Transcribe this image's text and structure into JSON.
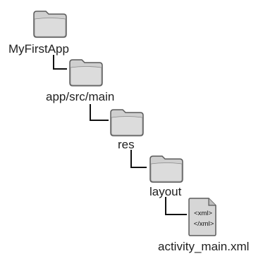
{
  "tree": {
    "nodes": [
      {
        "id": "myfirstapp",
        "label": "MyFirstApp",
        "icon": "folder-icon"
      },
      {
        "id": "app-src-main",
        "label": "app/src/main",
        "icon": "folder-icon"
      },
      {
        "id": "res",
        "label": "res",
        "icon": "folder-icon"
      },
      {
        "id": "layout",
        "label": "layout",
        "icon": "folder-icon"
      },
      {
        "id": "activity-main",
        "label": "activity_main.xml",
        "icon": "xml-file-icon"
      }
    ],
    "file_glyph": {
      "line1": "<xml>",
      "line2": "</xml>"
    }
  },
  "colors": {
    "folder_fill": "#d2d2d2",
    "folder_edge": "#5a5a5a",
    "connector": "#111111",
    "label": "#1e1e1e"
  }
}
